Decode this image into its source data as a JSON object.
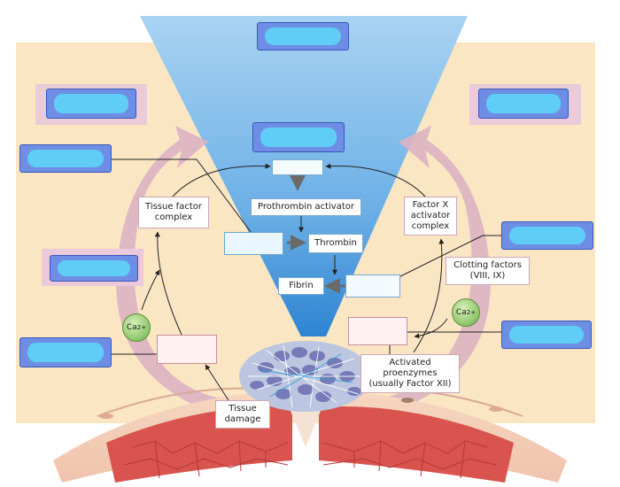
{
  "labels": {
    "prothrombin_activator": "Prothrombin activator",
    "thrombin": "Thrombin",
    "fibrin": "Fibrin",
    "tissue_factor_complex": "Tissue factor\ncomplex",
    "factor_x_activator_complex": "Factor X\nactivator\ncomplex",
    "clotting_factors": "Clotting factors\n(VIII, IX)",
    "activated_proenzymes": "Activated\nproenzymes\n(usually Factor XII)",
    "tissue_damage": "Tissue\ndamage"
  },
  "calcium": {
    "symbol": "Ca",
    "charge": "2+"
  },
  "colors": {
    "background_panel": "#fbe6c4",
    "funnel_top": "#8ec3ec",
    "funnel_bottom": "#3f8fd6",
    "arrow_pink": "#dcb3c3",
    "hidden_label_fill": "#6e8ee6",
    "hidden_label_cover": "#5fcdf5",
    "muscle_red": "#d9534f"
  }
}
